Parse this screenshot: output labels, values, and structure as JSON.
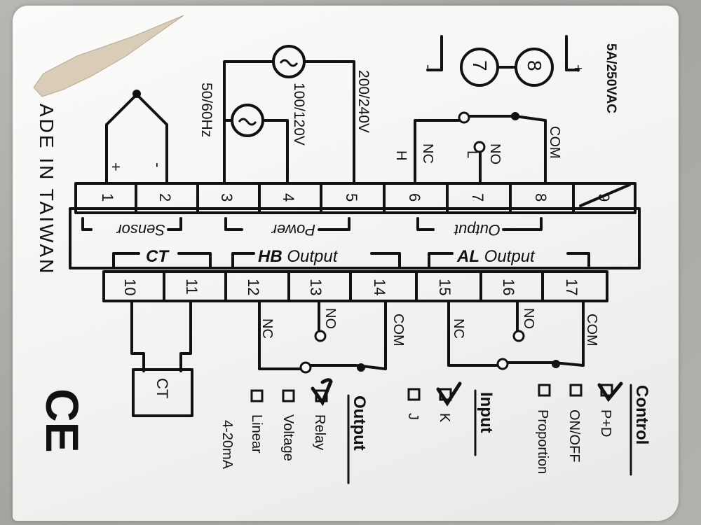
{
  "rating": "5A/250VAC",
  "made_in": "ADE IN TAIWAN",
  "polarity": {
    "minus": "-",
    "plus": "+"
  },
  "top_circles": [
    "7",
    "8"
  ],
  "sensor_signs": {
    "plus": "+",
    "minus": "-"
  },
  "power_texts": {
    "freq": "50/60Hz",
    "low_v": "100/120V",
    "high_v": "200/240V"
  },
  "relay_top": {
    "h": "H",
    "nc": "NC",
    "l": "L",
    "no": "NO",
    "com": "COM"
  },
  "terminals_top": [
    "1",
    "2",
    "3",
    "4",
    "5",
    "6",
    "7",
    "8",
    "9"
  ],
  "group_top": {
    "sensor": "Sensor",
    "power": "Power",
    "output": "Output"
  },
  "group_bottom": {
    "ct": "CT",
    "hb_bold": "HB",
    "hb_rest": " Output",
    "al_bold": "AL",
    "al_rest": " Output"
  },
  "terminals_bottom": [
    "10",
    "11",
    "12",
    "13",
    "14",
    "15",
    "16",
    "17"
  ],
  "ct_box": "CT",
  "relay_hb": {
    "nc": "NC",
    "no": "NO",
    "com": "COM"
  },
  "relay_al": {
    "nc": "NC",
    "no": "NO",
    "com": "COM"
  },
  "options": {
    "output_title": "Output",
    "output": [
      "Relay",
      "Voltage",
      "Linear",
      "4-20mA"
    ],
    "input_title": "Input",
    "input": [
      "K",
      "J"
    ],
    "control_title": "Control",
    "control": [
      "P+D",
      "ON/OFF",
      "Proportion"
    ]
  },
  "ce_mark": "CE"
}
